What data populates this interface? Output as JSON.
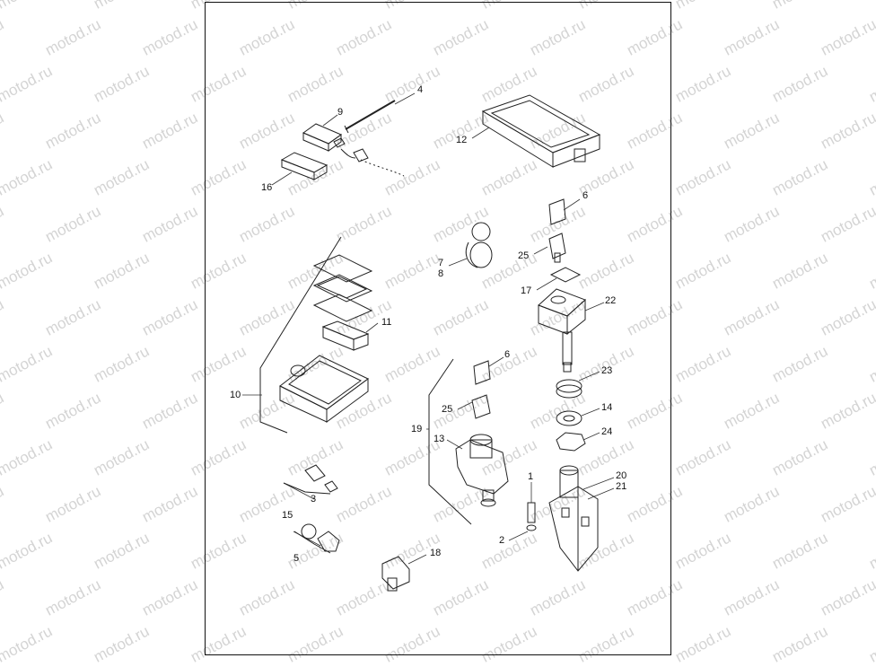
{
  "watermark": "motod.ru",
  "callouts": {
    "c1": "1",
    "c2": "2",
    "c3": "3",
    "c4": "4",
    "c5": "5",
    "c6a": "6",
    "c6b": "6",
    "c7": "7",
    "c8": "8",
    "c9": "9",
    "c10": "10",
    "c11": "11",
    "c12": "12",
    "c13": "13",
    "c14": "14",
    "c15": "15",
    "c16": "16",
    "c17": "17",
    "c18": "18",
    "c19": "19",
    "c20": "20",
    "c21": "21",
    "c22": "22",
    "c23": "23",
    "c24": "24",
    "c25a": "25",
    "c25b": "25"
  }
}
